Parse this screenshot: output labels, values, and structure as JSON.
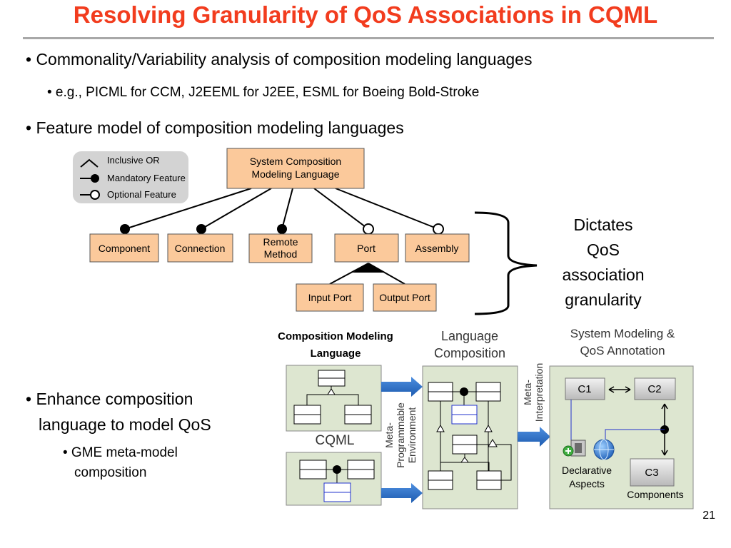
{
  "title": "Resolving Granularity of QoS Associations in CQML",
  "bullets": {
    "b1": "• Commonality/Variability analysis of composition modeling languages",
    "b1_sub": "• e.g., PICML for CCM, J2EEML for J2EE, ESML for Boeing Bold-Stroke",
    "b2": "• Feature model of composition modeling languages",
    "b3_line1": "• Enhance composition",
    "b3_line2": "language to model QoS",
    "b3_sub_line1": "• GME meta-model",
    "b3_sub_line2": "composition"
  },
  "legend": {
    "inclusive_or": "Inclusive OR",
    "mandatory": "Mandatory Feature",
    "optional": "Optional Feature"
  },
  "feature_model": {
    "root_line1": "System Composition",
    "root_line2": "Modeling Language",
    "component": "Component",
    "connection": "Connection",
    "remote_line1": "Remote",
    "remote_line2": "Method",
    "port": "Port",
    "assembly": "Assembly",
    "input_port": "Input Port",
    "output_port": "Output Port"
  },
  "brace_text": {
    "l1": "Dictates",
    "l2": "QoS",
    "l3": "association",
    "l4": "granularity"
  },
  "composition": {
    "cml_line1": "Composition Modeling",
    "cml_line2": "Language",
    "lang_comp_line1": "Language",
    "lang_comp_line2": "Composition",
    "sys_line1": "System Modeling &",
    "sys_line2": "QoS Annotation",
    "cqml": "CQML",
    "meta_prog_line1": "Meta-",
    "meta_prog_line2": "Programmable",
    "meta_prog_line3": "Environment",
    "meta_interp_line1": "Meta-",
    "meta_interp_line2": "Interpretation",
    "c1": "C1",
    "c2": "C2",
    "c3": "C3",
    "declarative_line1": "Declarative",
    "declarative_line2": "Aspects",
    "components": "Components"
  },
  "page_number": "21",
  "colors": {
    "title": "#f23c1e",
    "feature_box": "#fbc99b",
    "legend_bg": "#d3d3d3",
    "panel_bg": "#dde6d0",
    "arrow_blue": "#2e6fc6"
  }
}
